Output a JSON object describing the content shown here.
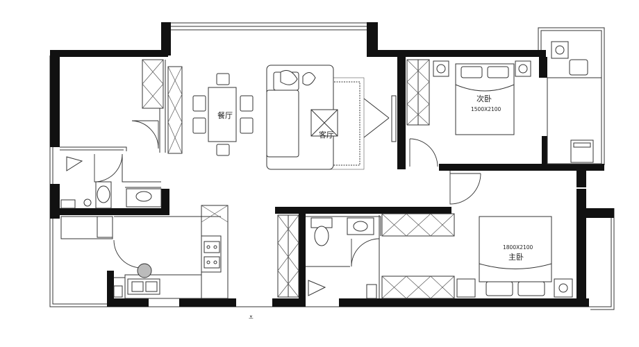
{
  "rooms": {
    "dining": {
      "name": "餐厅"
    },
    "living": {
      "name": "客厅"
    },
    "second_bedroom": {
      "name": "次卧",
      "bed_size": "1500X2100"
    },
    "master_bedroom": {
      "name": "主卧",
      "bed_size": "1800X2100"
    }
  },
  "entrance_symbol": "⩡",
  "colors": {
    "wall": "#111111",
    "line": "#333333",
    "background": "#ffffff"
  }
}
